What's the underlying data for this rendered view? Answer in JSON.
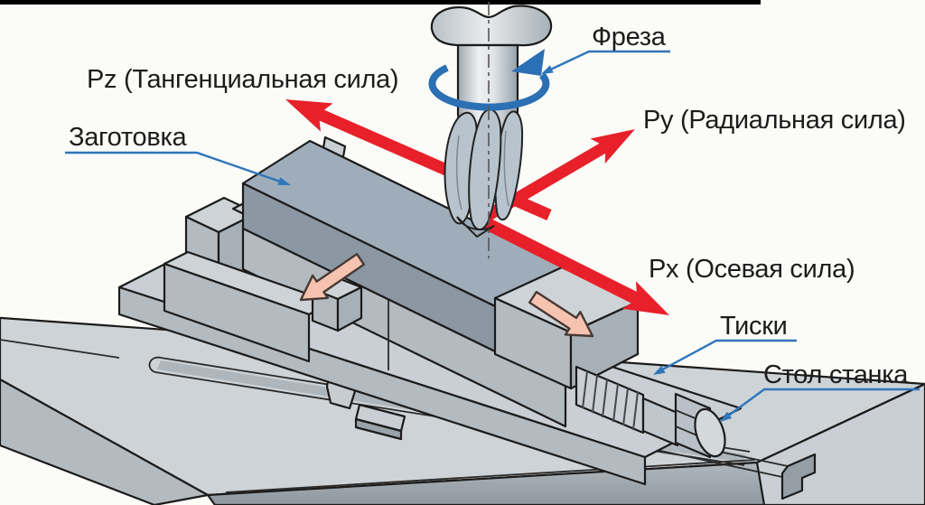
{
  "figure": {
    "title_hint": "Milling force diagram (vise on machine table)",
    "background": "#fbfbf8",
    "top_bar_color": "#000000",
    "labels": {
      "cutter": "Фреза",
      "workpiece": "Заготовка",
      "vise": "Тиски",
      "table": "Стол станка",
      "force_tangential": "Pz (Тангенциальная сила)",
      "force_radial": "Py (Радиальная сила)",
      "force_axial": "Px (Осевая сила)"
    },
    "annotations": [
      {
        "label": "Фреза",
        "points_to": "milling-cutter rotation arrow"
      },
      {
        "label": "Заготовка",
        "points_to": "workpiece top face"
      },
      {
        "label": "Тиски",
        "points_to": "vise fixed jaw"
      },
      {
        "label": "Стол станка",
        "points_to": "machine table top"
      },
      {
        "label": "Pz (Тангенциальная сила)",
        "arrow": "red, up-left from cutter"
      },
      {
        "label": "Py (Радиальная сила)",
        "arrow": "red, up-right from cutter"
      },
      {
        "label": "Px (Осевая сила)",
        "arrow": "red, down-right along workpiece"
      }
    ],
    "feed_arrows_count": "2",
    "colors": {
      "force_arrow": "#e7202a",
      "leader_line": "#2f76ba",
      "rotation_arrow": "#2b6fb4",
      "feed_arrow_fill": "#f7c3b1",
      "feed_arrow_outline": "#473a34",
      "metal_light": "#ced3d7",
      "metal_mid": "#b3bac0",
      "metal_dark": "#99a1a8",
      "workpiece_top": "#9fadbb",
      "workpiece_front": "#8b97a3",
      "outline": "#1b1b1b",
      "text": "#1c1c1c"
    }
  }
}
